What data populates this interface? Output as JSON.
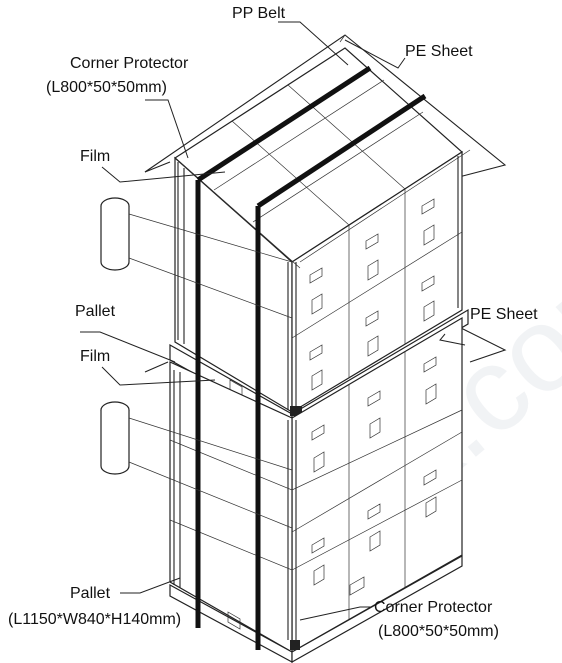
{
  "labels": {
    "pp_belt": "PP Belt",
    "corner_protector_top": "Corner Protector",
    "corner_protector_top_dim": "(L800*50*50mm)",
    "pe_sheet_top": "PE Sheet",
    "film_top": "Film",
    "pallet_mid": "Pallet",
    "pe_sheet_mid": "PE Sheet",
    "film_bottom": "Film",
    "pallet_bottom": "Pallet",
    "pallet_bottom_dim": "(L1150*W840*H140mm)",
    "corner_protector_bottom": "Corner Protector",
    "corner_protector_bottom_dim": "(L800*50*50mm)"
  },
  "watermark": "elook.com"
}
